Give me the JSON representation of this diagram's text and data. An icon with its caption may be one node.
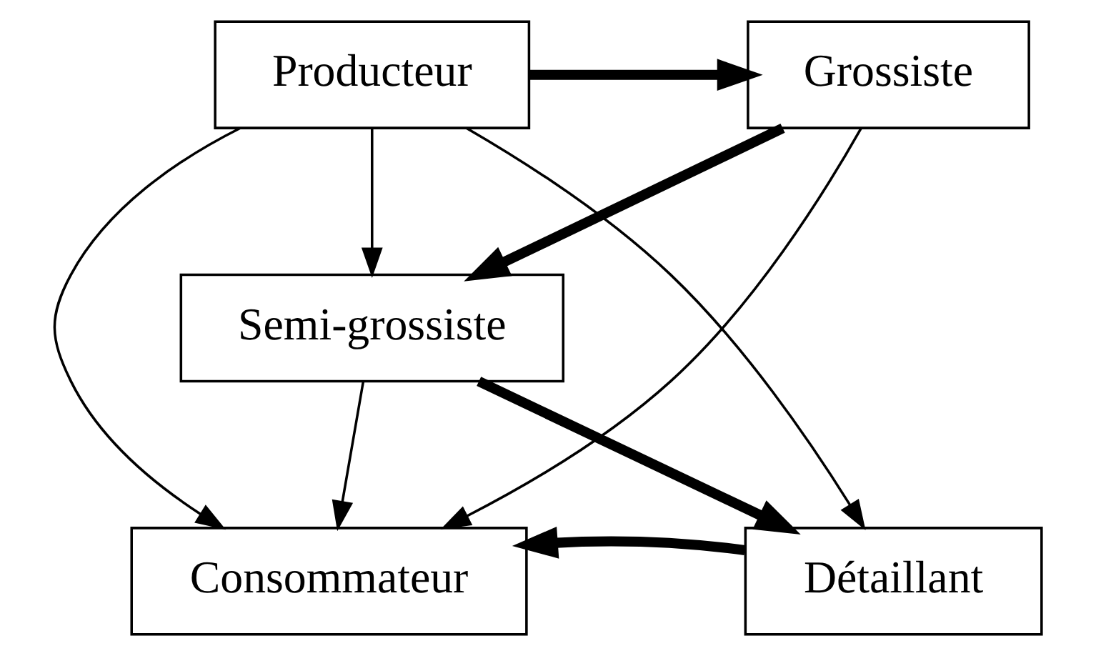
{
  "diagram": {
    "nodes": [
      {
        "text": [
          "Producteur"
        ]
      },
      {
        "text": [
          "Grossiste"
        ]
      },
      {
        "text": [
          "Semi-grossiste"
        ]
      },
      {
        "text": [
          "Consommateur"
        ]
      },
      {
        "text": [
          "Détaillant"
        ]
      }
    ],
    "edges": [
      {
        "from": 0,
        "to": 1,
        "arrow": "to",
        "style": "thick"
      },
      {
        "from": 0,
        "to": 2,
        "arrow": "to"
      },
      {
        "from": 0,
        "to": 3,
        "arrow": "to"
      },
      {
        "from": 0,
        "to": 4,
        "arrow": "to"
      },
      {
        "from": 1,
        "to": 3,
        "arrow": "to"
      },
      {
        "from": 1,
        "to": 2,
        "arrow": "to",
        "style": "thick"
      },
      {
        "from": 2,
        "to": 3,
        "arrow": "to"
      },
      {
        "from": 2,
        "to": 4,
        "arrow": "to",
        "style": "thick"
      },
      {
        "from": 4,
        "to": 3,
        "arrow": "to",
        "style": "thick"
      }
    ]
  }
}
